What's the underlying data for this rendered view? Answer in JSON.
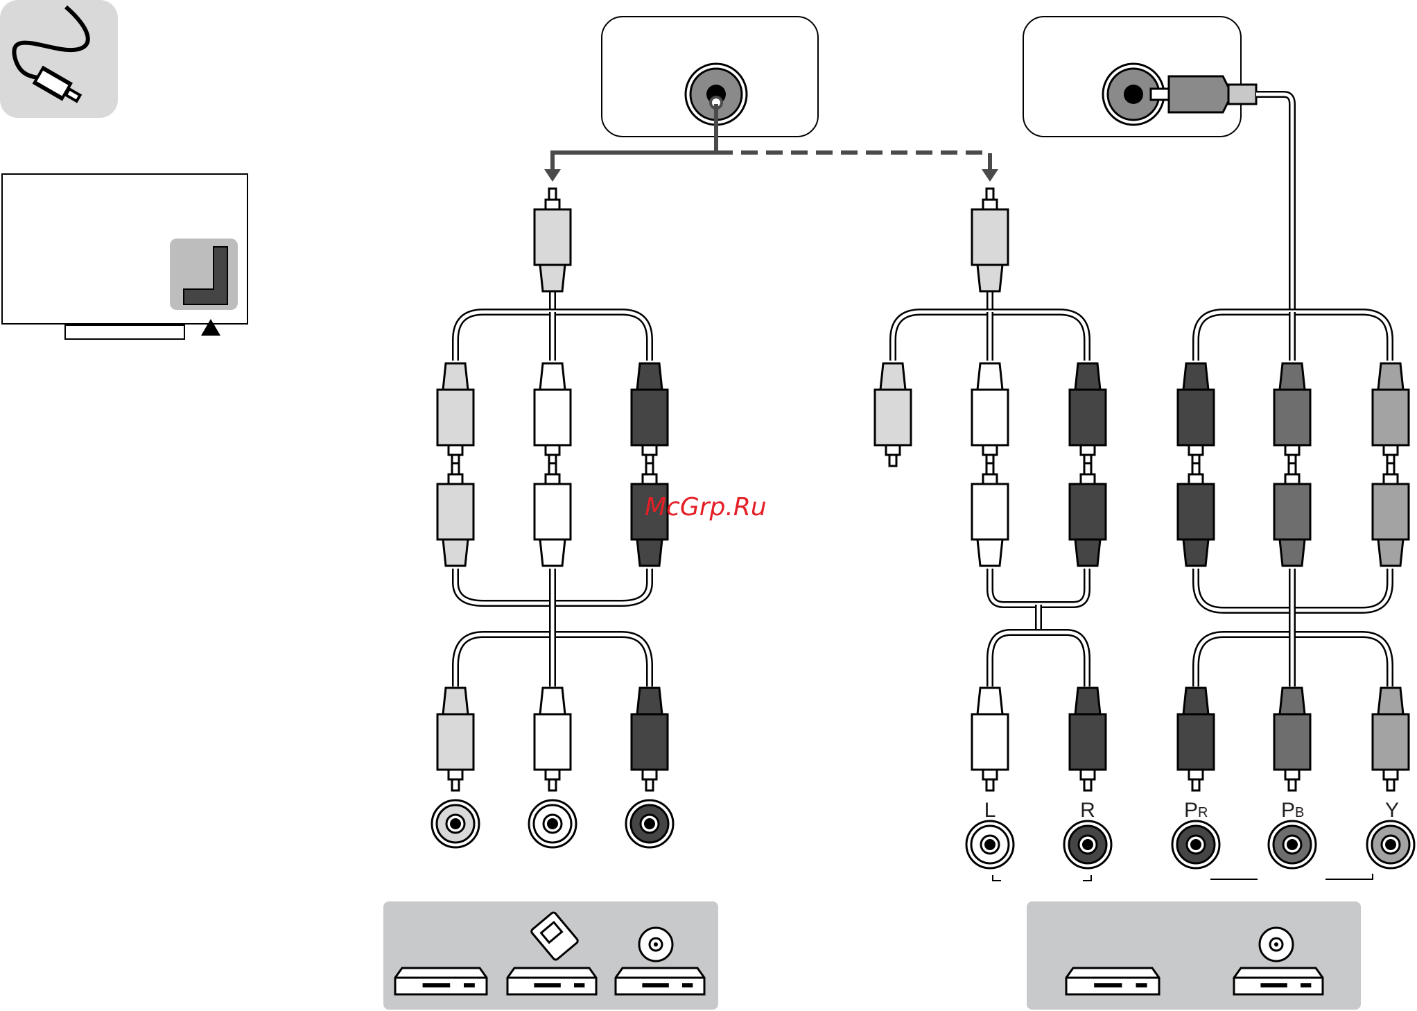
{
  "watermark": "McGrp.Ru",
  "labels": {
    "left_audio": "L",
    "right_audio": "R",
    "pr_main": "P",
    "pr_sub": "R",
    "pb_main": "P",
    "pb_sub": "B",
    "y": "Y"
  },
  "icons": {
    "cable_badge": "cable-plug-icon",
    "tv": "tv-rear-icon",
    "devices_left": [
      "dvd-player-icon",
      "set-top-box-icon",
      "disc-player-icon"
    ],
    "devices_right": [
      "dvd-player-icon",
      "disc-player-icon"
    ]
  },
  "colors": {
    "light_grey": "#d9d9d9",
    "white": "#ffffff",
    "dark": "#454545",
    "mid": "#6e6e6e",
    "pale": "#a3a3a3",
    "panel": "#c8c9ca",
    "arrow": "#4a4a4a"
  }
}
